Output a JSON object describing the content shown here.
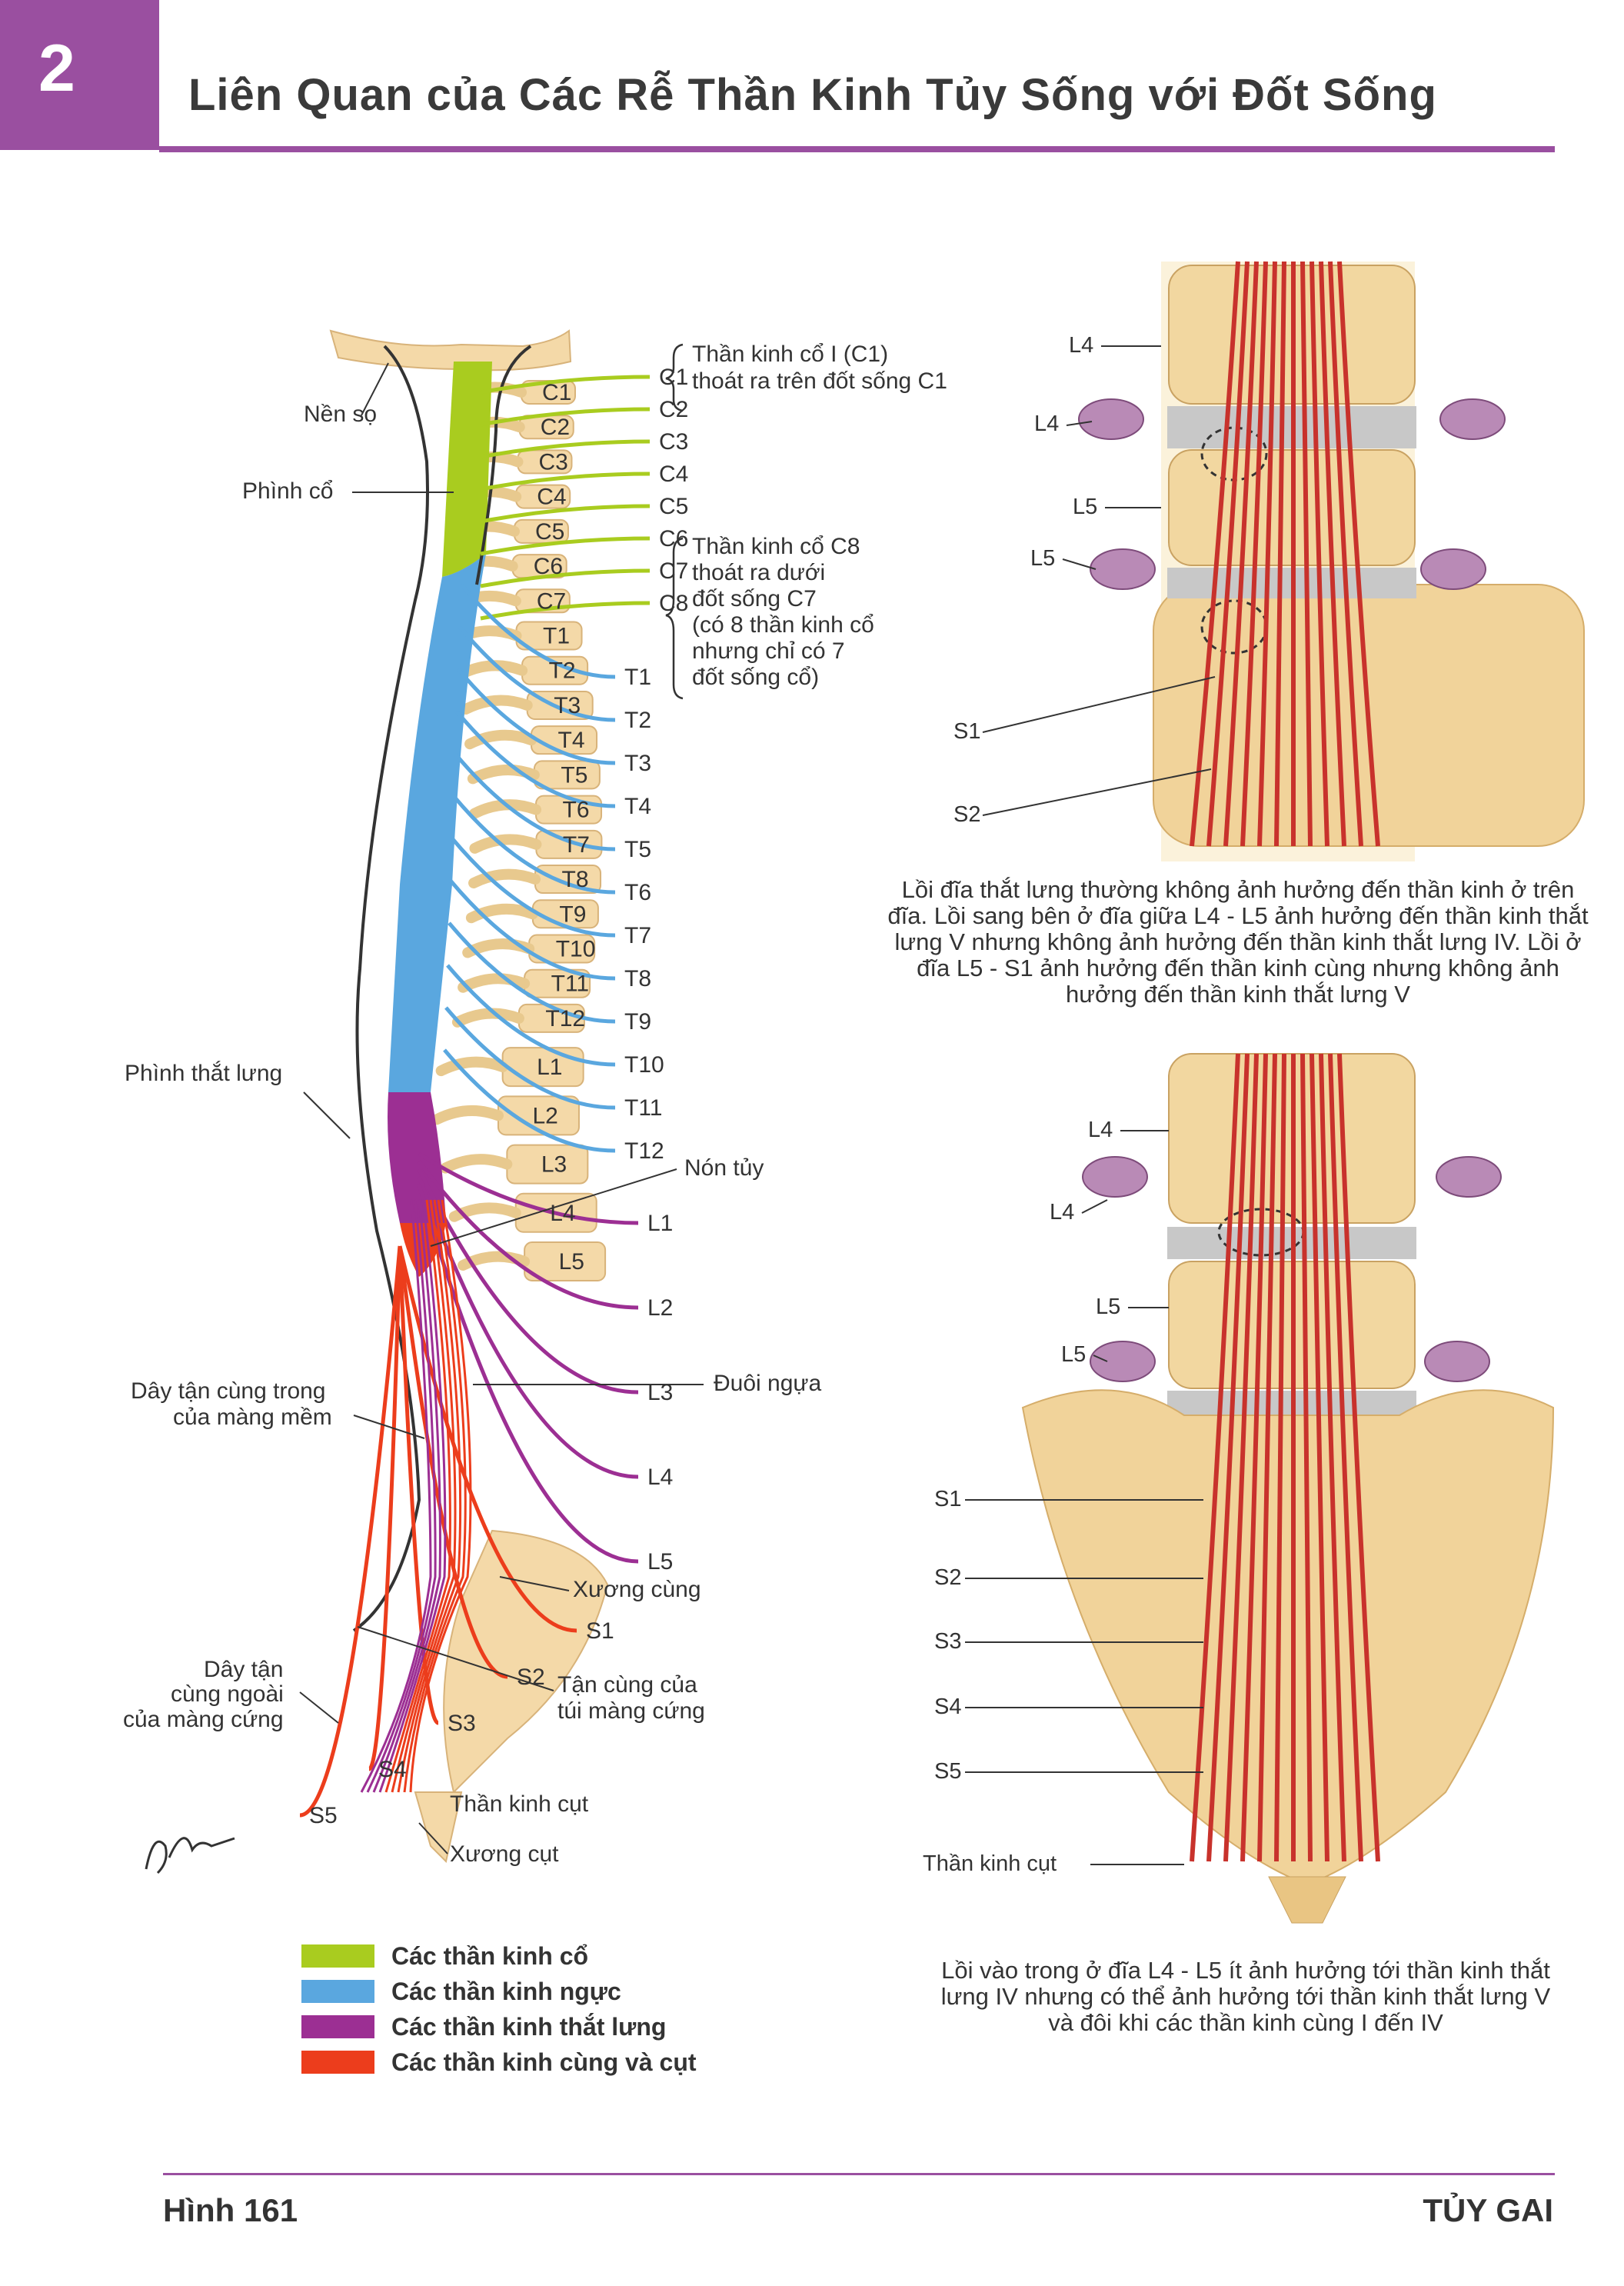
{
  "header": {
    "figure_number": "2",
    "title": "Liên Quan của Các Rễ Thần Kinh Tủy Sống với Đốt Sống"
  },
  "colors": {
    "cervical": "#a9cc1f",
    "thoracic": "#5aa7df",
    "lumbar": "#9c2f93",
    "sacral": "#ec3d1c",
    "accent": "#9a4fa0",
    "bone": "#f4d9a8"
  },
  "left_figure": {
    "left_labels": {
      "skull_base": "Nền sọ",
      "cervical_enlargement": "Phình cổ",
      "lumbar_enlargement": "Phình thắt lưng",
      "filum_internum": "Dây tận cùng trong của màng mềm",
      "filum_externum": "Dây tận cùng ngoài của màng cứng"
    },
    "vertebra_labels": [
      "C1",
      "C2",
      "C3",
      "C4",
      "C5",
      "C6",
      "C7",
      "T1",
      "T2",
      "T3",
      "T4",
      "T5",
      "T6",
      "T7",
      "T8",
      "T9",
      "T10",
      "T11",
      "T12",
      "L1",
      "L2",
      "L3",
      "L4",
      "L5"
    ],
    "nerve_labels": [
      "C1",
      "C2",
      "C3",
      "C4",
      "C5",
      "C6",
      "C7",
      "C8",
      "T1",
      "T2",
      "T3",
      "T4",
      "T5",
      "T6",
      "T7",
      "T8",
      "T9",
      "T10",
      "T11",
      "T12",
      "L1",
      "L2",
      "L3",
      "L4",
      "L5",
      "S1",
      "S2",
      "S3",
      "S4",
      "S5"
    ],
    "note_c1": "Thần kinh cổ I (C1) thoát ra trên đốt sống C1",
    "note_c8": "Thần kinh cổ C8 thoát ra dưới đốt sống C7 (có 8 thần kinh cổ nhưng chỉ có 7 đốt sống cổ)",
    "right_labels": {
      "conus": "Nón tủy",
      "cauda": "Đuôi ngựa",
      "sacrum": "Xương cùng",
      "dural_sac_end": "Tận cùng của túi màng cứng",
      "coccygeal_nerve": "Thần kinh cụt",
      "coccyx": "Xương cụt"
    }
  },
  "legend": [
    {
      "label": "Các thần kinh cổ",
      "color": "#a9cc1f"
    },
    {
      "label": "Các thần kinh ngực",
      "color": "#5aa7df"
    },
    {
      "label": "Các thần kinh thắt lưng",
      "color": "#9c2f93"
    },
    {
      "label": "Các thần kinh cùng và cụt",
      "color": "#ec3d1c"
    }
  ],
  "top_right": {
    "labels_left": [
      "L4",
      "L4",
      "L5",
      "L5",
      "S1",
      "S2"
    ],
    "caption": "Lồi đĩa thắt lưng thường không ảnh hưởng đến thần kinh ở trên đĩa. Lồi sang bên ở đĩa giữa L4 - L5 ảnh hưởng đến thần kinh thắt lưng V nhưng không ảnh hưởng đến thần kinh thắt lưng IV. Lồi ở đĩa L5 - S1 ảnh hưởng đến thần kinh cùng nhưng không ảnh hưởng đến thần kinh thắt lưng V"
  },
  "bottom_right": {
    "labels_left": [
      "L4",
      "L4",
      "L5",
      "L5",
      "S1",
      "S2",
      "S3",
      "S4",
      "S5",
      "Thần kinh cụt"
    ],
    "caption": "Lồi vào trong ở đĩa L4 - L5 ít ảnh hưởng tới thần kinh thắt lưng IV nhưng có thể ảnh hưởng tới thần kinh thắt lưng V và đôi khi các thần kinh cùng I đến IV"
  },
  "footer": {
    "left": "Hình 161",
    "right": "TỦY GAI"
  }
}
